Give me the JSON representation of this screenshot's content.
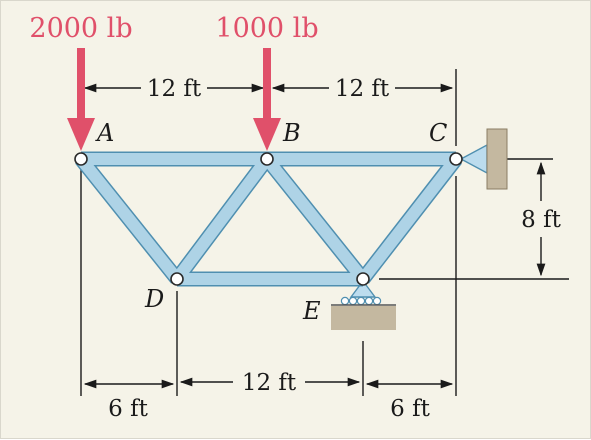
{
  "loads": [
    {
      "node": "A",
      "label": "2000 lb"
    },
    {
      "node": "B",
      "label": "1000 lb"
    }
  ],
  "nodes": [
    {
      "id": "A",
      "label": "A"
    },
    {
      "id": "B",
      "label": "B"
    },
    {
      "id": "C",
      "label": "C"
    },
    {
      "id": "D",
      "label": "D"
    },
    {
      "id": "E",
      "label": "E"
    }
  ],
  "members": [
    [
      "A",
      "B"
    ],
    [
      "B",
      "C"
    ],
    [
      "A",
      "D"
    ],
    [
      "D",
      "B"
    ],
    [
      "B",
      "E"
    ],
    [
      "E",
      "C"
    ],
    [
      "D",
      "E"
    ]
  ],
  "dimensions": {
    "top_left": "12 ft",
    "top_right": "12 ft",
    "height": "8 ft",
    "bottom_left": "6 ft",
    "bottom_middle": "12 ft",
    "bottom_right": "6 ft"
  },
  "colors": {
    "member_fill": "#aed3e6",
    "member_edge": "#4f8fb0",
    "load_arrow": "#e0506a",
    "support": "#bcdcee",
    "ground": "#c4b8a0"
  }
}
